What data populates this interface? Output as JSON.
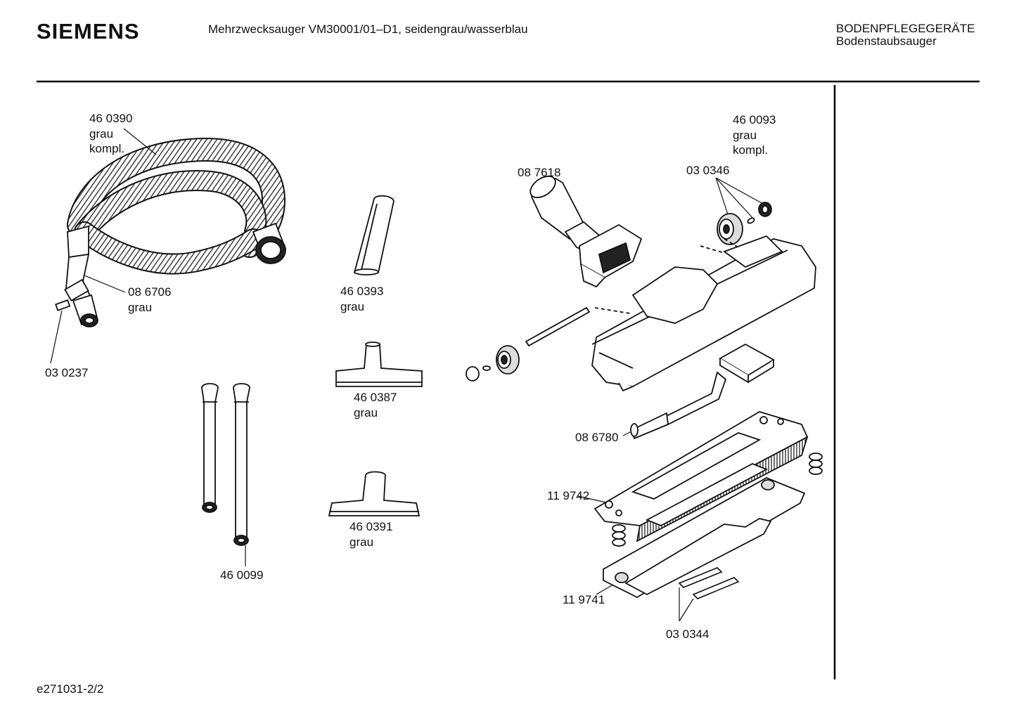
{
  "header": {
    "brand": "SIEMENS",
    "title": "Mehrzwecksauger VM30001/01–D1, seidengrau/wasserblau",
    "category": "BODENPFLEGEGERÄTE",
    "subcategory": "Bodenstaubsauger"
  },
  "footer": {
    "doc_id": "e271031-2/2"
  },
  "parts": {
    "hose": {
      "number": "46 0390",
      "line2": "grau",
      "line3": "kompl."
    },
    "handle": {
      "number": "08 6706",
      "line2": "grau"
    },
    "clip": {
      "number": "03 0237"
    },
    "crevice_tool": {
      "number": "46 0393",
      "line2": "grau"
    },
    "upholstery_nozzle": {
      "number": "46 0387",
      "line2": "grau"
    },
    "upholstery_nozzle_2": {
      "number": "46 0391",
      "line2": "grau"
    },
    "tubes": {
      "number": "46 0099"
    },
    "floor_nozzle": {
      "number": "46 0093",
      "line2": "grau",
      "line3": "kompl."
    },
    "elbow": {
      "number": "08 7618"
    },
    "wheels": {
      "number": "03 0346"
    },
    "pedal": {
      "number": "08 6780"
    },
    "brush_plate": {
      "number": "11 9742"
    },
    "sole_plate": {
      "number": "11 9741"
    },
    "pads": {
      "number": "03 0344"
    }
  }
}
